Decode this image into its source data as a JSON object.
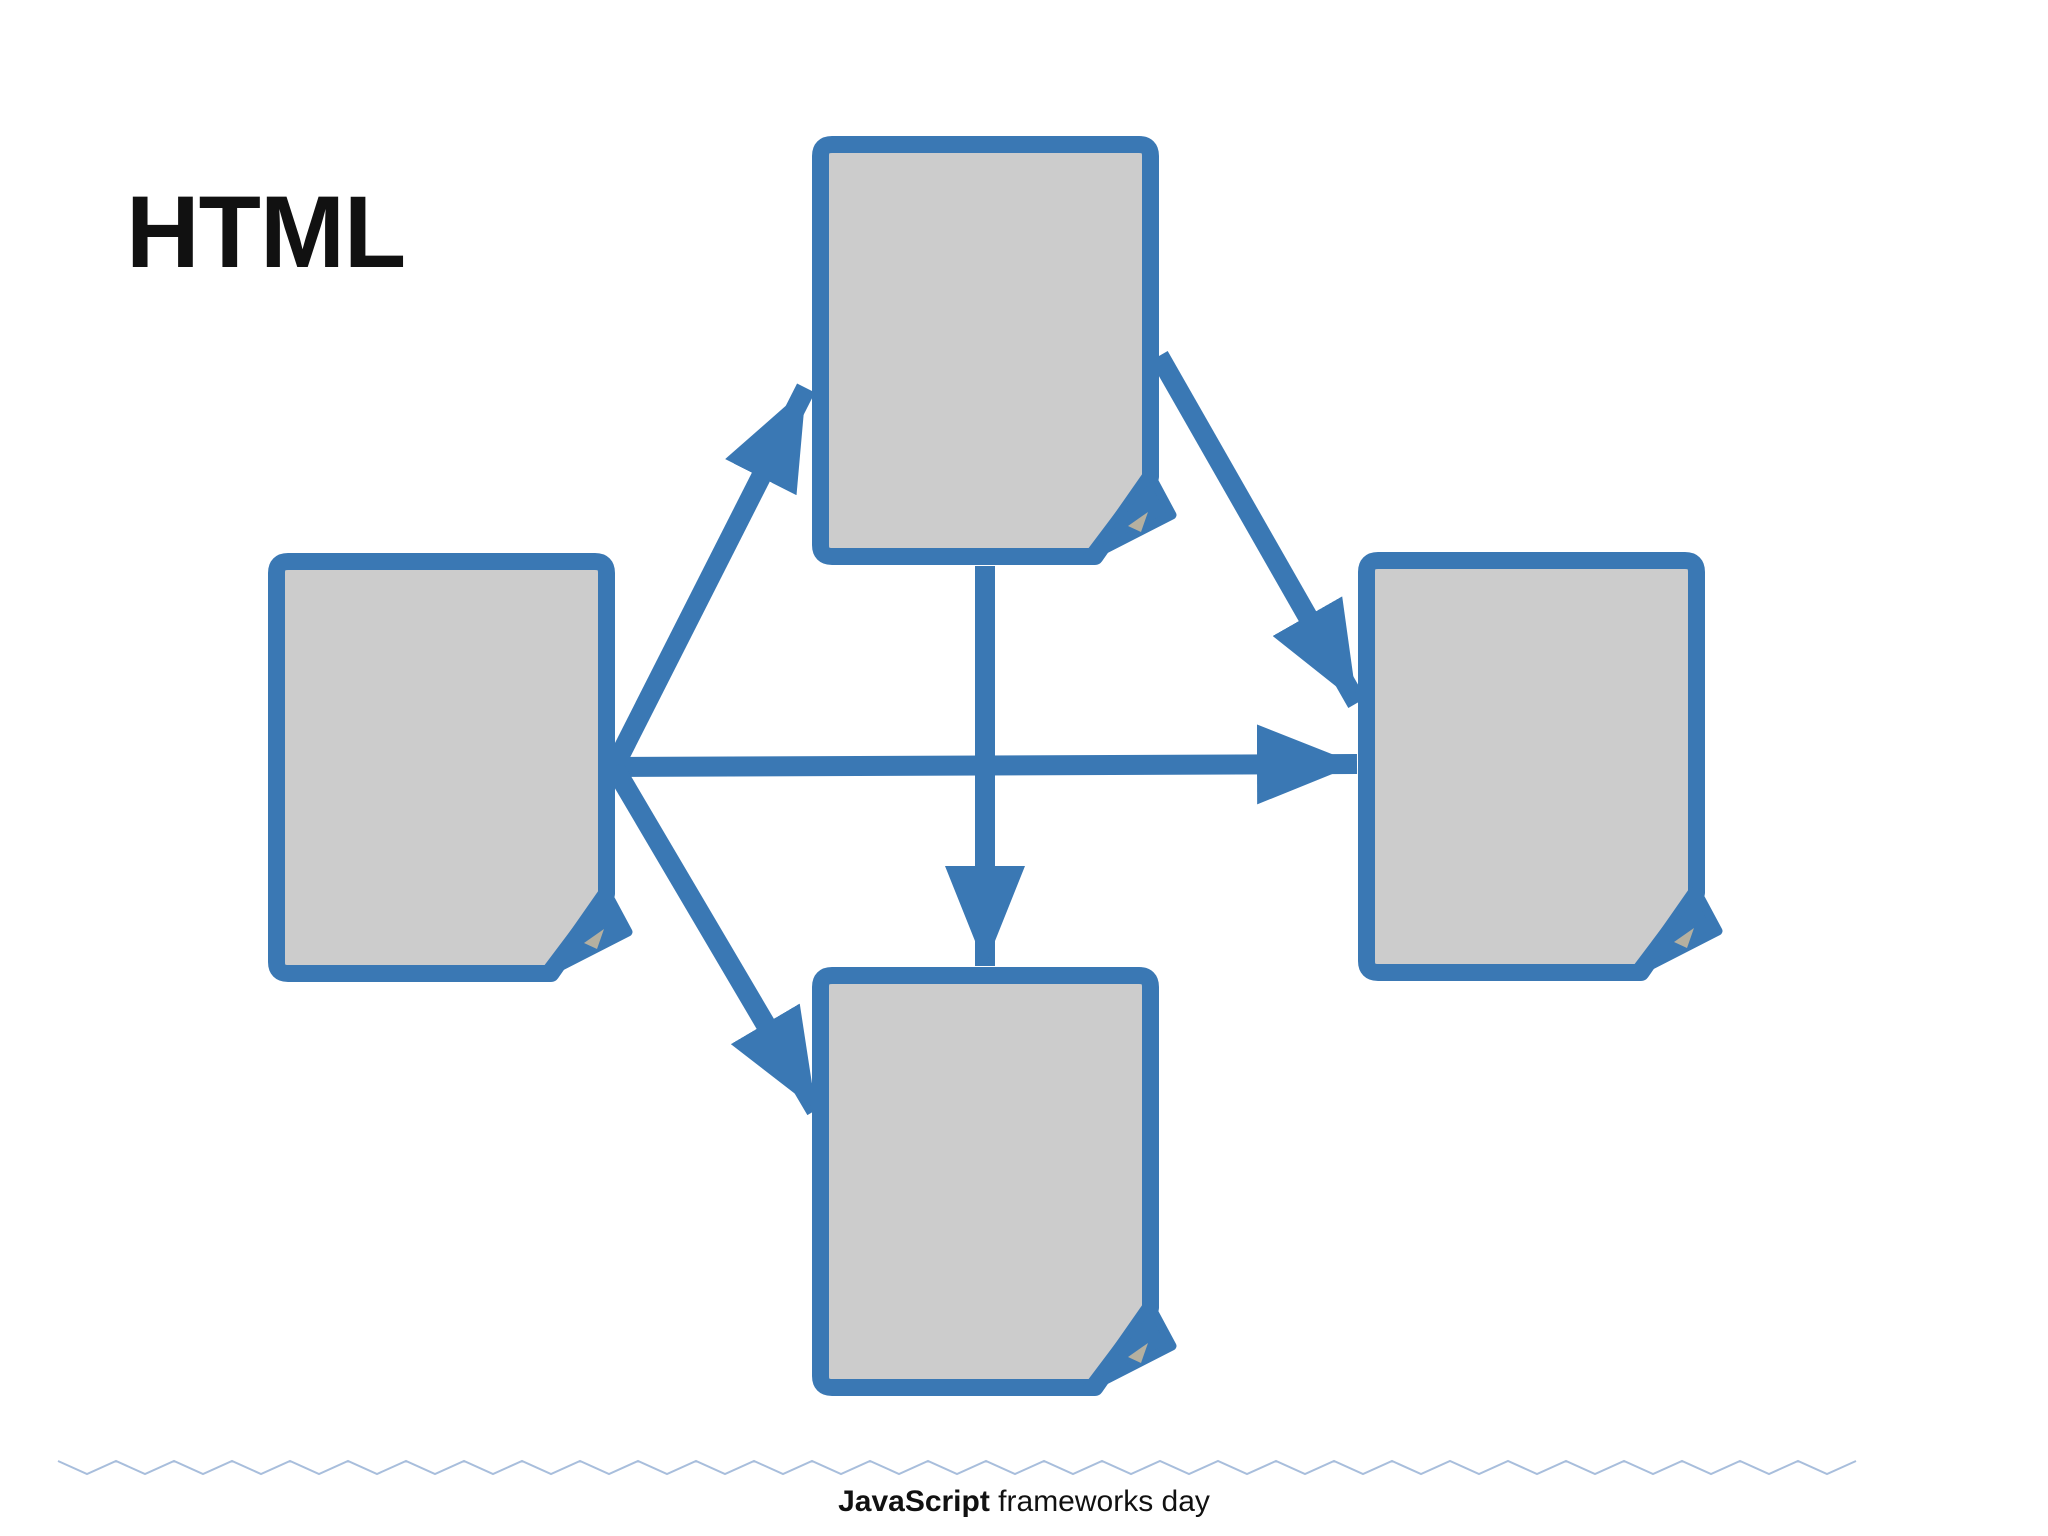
{
  "slide": {
    "title": "HTML",
    "footer": {
      "brand_bold": "JavaScript",
      "brand_rest": " frameworks day"
    }
  },
  "diagram": {
    "node_type": "document-page",
    "nodes": [
      {
        "id": "left",
        "label": ""
      },
      {
        "id": "top",
        "label": ""
      },
      {
        "id": "right",
        "label": ""
      },
      {
        "id": "bottom",
        "label": ""
      }
    ],
    "edges": [
      {
        "from": "left",
        "to": "top"
      },
      {
        "from": "left",
        "to": "right"
      },
      {
        "from": "left",
        "to": "bottom"
      },
      {
        "from": "top",
        "to": "right"
      },
      {
        "from": "top",
        "to": "bottom"
      }
    ]
  },
  "colors": {
    "accent_blue": "#3a78b4",
    "node_fill": "#cccccc",
    "fold_highlight": "#b5b0a0",
    "zigzag_blue": "#a8bedc",
    "text_color": "#111111"
  }
}
